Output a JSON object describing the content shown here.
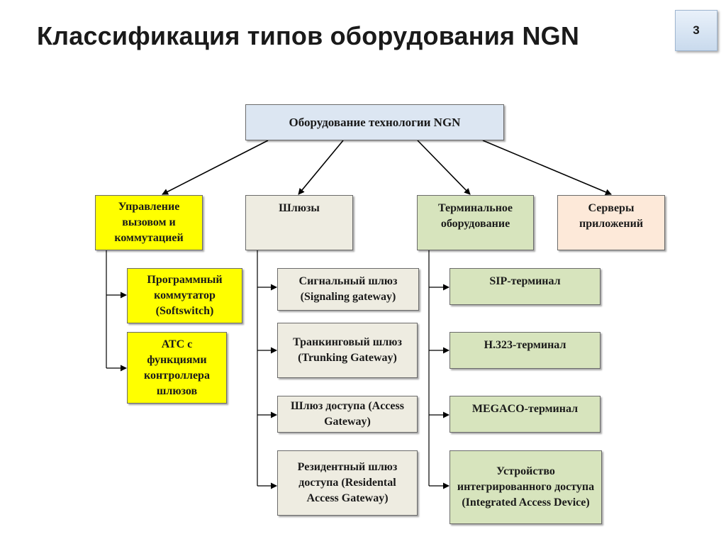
{
  "title": "Классификация типов оборудования NGN",
  "slide_number": "3",
  "root": {
    "label": "Оборудование технологии NGN",
    "color": "#dce6f2"
  },
  "categories": [
    {
      "id": "call-control",
      "label": "Управление вызовом и коммутацией",
      "color": "#ffff00",
      "children": [
        "Программный коммутатор (Softswitch)",
        "АТС с функциями контроллера шлюзов"
      ]
    },
    {
      "id": "gateways",
      "label": "Шлюзы",
      "color": "#eeece1",
      "children": [
        "Сигнальный шлюз (Signaling gateway)",
        "Транкинговый шлюз (Trunking Gateway)",
        "Шлюз доступа (Access Gateway)",
        "Резидентный шлюз доступа (Residental Access Gateway)"
      ]
    },
    {
      "id": "terminal-equipment",
      "label": "Терминальное оборудование",
      "color": "#d7e4bd",
      "children": [
        "SIP-терминал",
        "H.323-терминал",
        "MEGACO-терминал",
        "Устройство интегрированного доступа (Integrated Access Device)"
      ]
    },
    {
      "id": "app-servers",
      "label": "Серверы приложений",
      "color": "#fde9d9",
      "children": []
    }
  ]
}
